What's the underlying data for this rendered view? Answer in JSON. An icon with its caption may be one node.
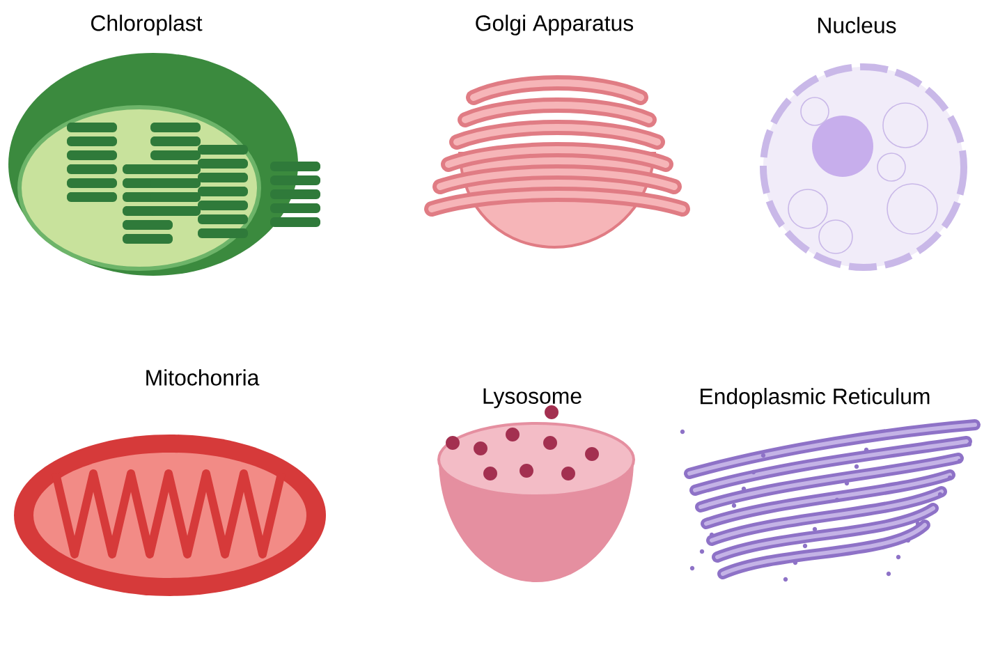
{
  "diagram": {
    "labels": [
      "Chloroplast",
      "Golgi Apparatus",
      "Nucleus",
      "Mitochonria",
      "Lysosome",
      "Endoplasmic Reticulum"
    ]
  }
}
